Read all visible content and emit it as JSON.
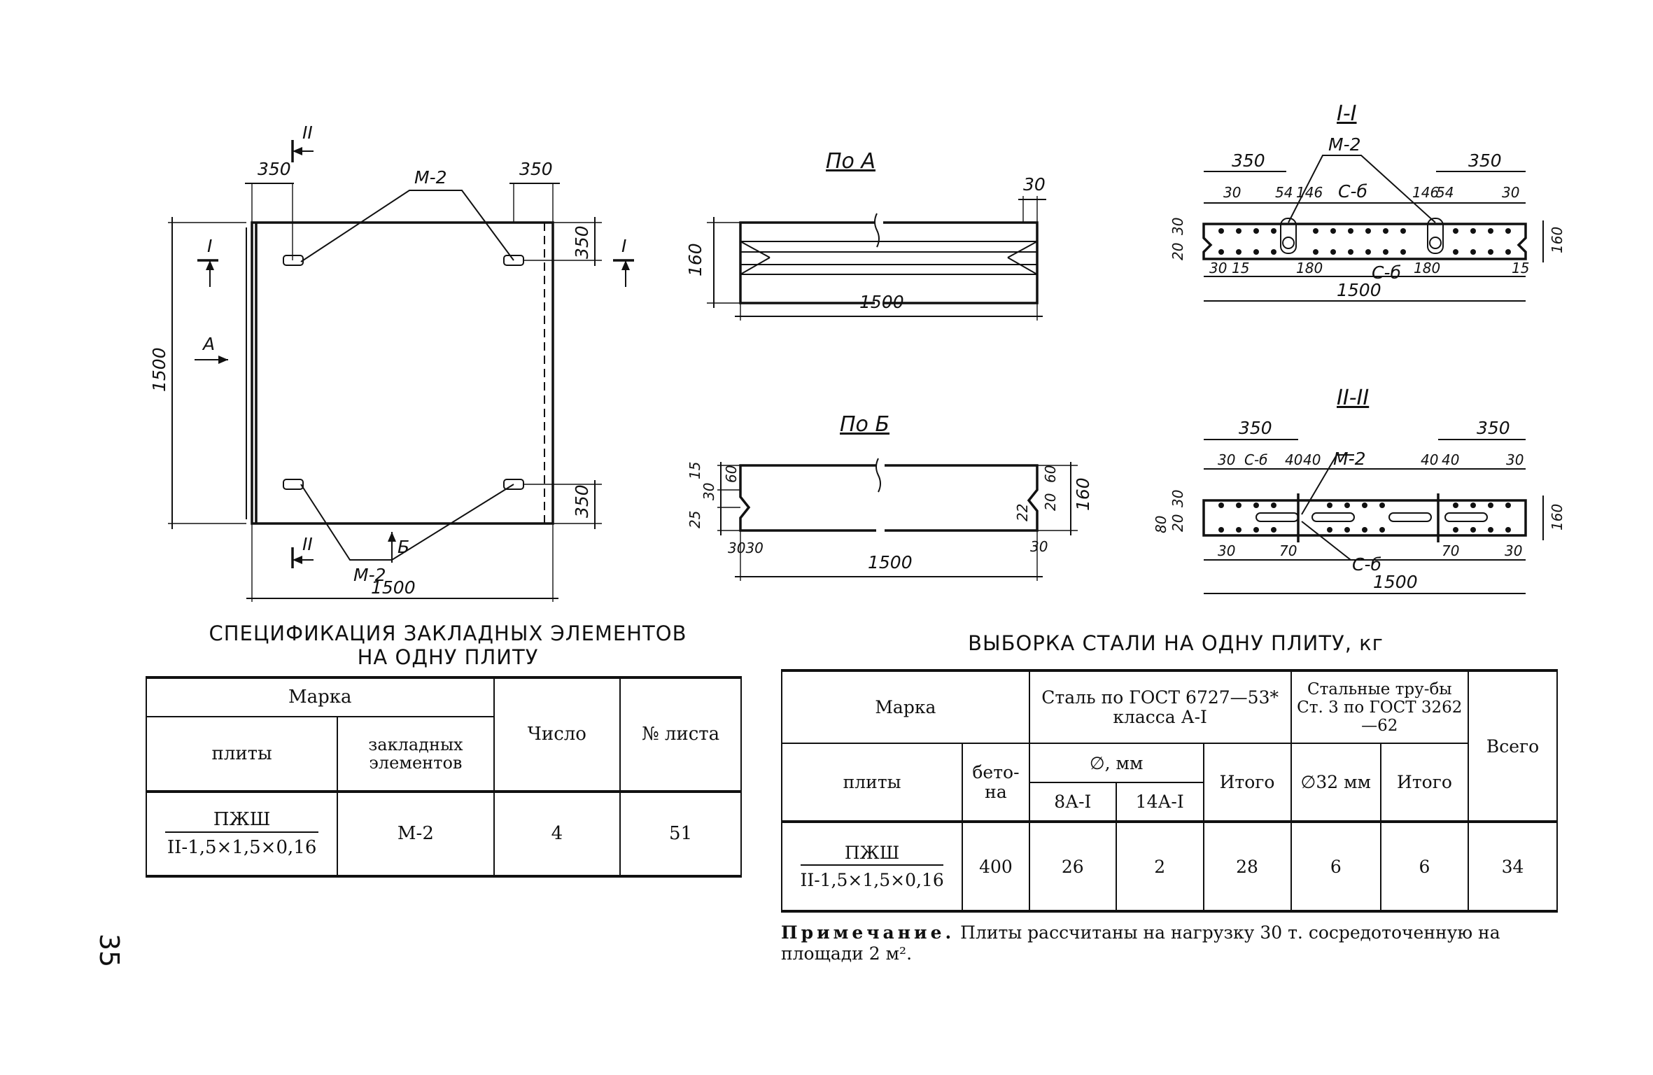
{
  "drawing": {
    "plan": {
      "label_section2": "II",
      "label_section1": "I",
      "label_A": "A",
      "label_B": "Б",
      "mark_M2": "М-2",
      "dim_350": "350",
      "dim_1500": "1500"
    },
    "view_A": {
      "title": "По А",
      "dim_30": "30",
      "dim_160": "160",
      "dim_1500": "1500"
    },
    "view_B": {
      "title": "По Б",
      "dims_left": [
        "15",
        "30",
        "25"
      ],
      "dim_60": "60",
      "dim_160": "160",
      "dim_3030": "3030",
      "dim_1500": "1500",
      "dim_20": "20",
      "dim_22": "22",
      "dim_30": "30"
    },
    "section_1": {
      "title": "I-I",
      "m2": "М-2",
      "c6": "С-б",
      "d350": "350",
      "d30": "30",
      "d54": "54",
      "d146": "146",
      "d180": "180",
      "d20": "20",
      "d15": "15",
      "d160": "160",
      "d1500": "1500"
    },
    "section_2": {
      "title": "II-II",
      "m2": "М-2",
      "c6": "С-б",
      "d350": "350",
      "d30": "30",
      "d40": "40",
      "d70": "70",
      "d80": "80",
      "d20": "20",
      "d160": "160",
      "d1500": "1500"
    }
  },
  "spec_table": {
    "title_line1": "СПЕЦИФИКАЦИЯ ЗАКЛАДНЫХ ЭЛЕМЕНТОВ",
    "title_line2": "НА ОДНУ ПЛИТУ",
    "headers": {
      "mark": "Марка",
      "plates": "плиты",
      "embedded": "закладных элементов",
      "count": "Число",
      "sheet": "№ листа"
    },
    "row": {
      "plate_top": "ПЖШ",
      "plate_bottom": "II-1,5×1,5×0,16",
      "embedded": "М-2",
      "count": "4",
      "sheet": "51"
    }
  },
  "steel_table": {
    "title": "ВЫБОРКА СТАЛИ НА ОДНУ ПЛИТУ, кг",
    "headers": {
      "mark": "Марка",
      "steel_gost": "Сталь по ГОСТ 6727—53* класса А-I",
      "pipes": "Стальные тру-бы Ст. 3 по ГОСТ 3262—62",
      "total_all": "Всего",
      "plates": "плиты",
      "concrete": "бето-на",
      "diam_mm": "∅, мм",
      "itogo": "Итого",
      "d8": "8А-I",
      "d14": "14А-I",
      "pipe_diam": "∅32 мм",
      "pipe_itogo": "Итого"
    },
    "row": {
      "plate_top": "ПЖШ",
      "plate_bottom": "II-1,5×1,5×0,16",
      "concrete": "400",
      "d8": "26",
      "d14": "2",
      "itogo": "28",
      "pipe": "6",
      "pipe_itogo": "6",
      "total": "34"
    }
  },
  "note": {
    "label": "Примечание.",
    "text": "Плиты рассчитаны на нагрузку 30 т. сосредоточенную на площади 2 м²."
  },
  "page_number": "35"
}
